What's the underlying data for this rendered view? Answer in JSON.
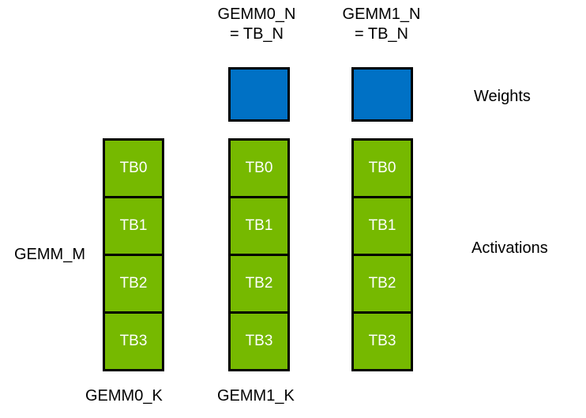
{
  "colors": {
    "green": "#76B900",
    "blue": "#0071C5",
    "border": "#000000",
    "label_text": "#000000",
    "block_text": "#FFFFFF",
    "background": "#FFFFFF"
  },
  "headers": [
    {
      "line1": "GEMM0_N",
      "line2": "= TB_N"
    },
    {
      "line1": "GEMM1_N",
      "line2": "= TB_N"
    }
  ],
  "side_labels": {
    "gemm_m": "GEMM_M",
    "weights": "Weights",
    "activations": "Activations"
  },
  "bottom_labels": [
    "GEMM0_K",
    "GEMM1_K"
  ],
  "columns": [
    {
      "blocks": [
        "TB0",
        "TB1",
        "TB2",
        "TB3"
      ]
    },
    {
      "blocks": [
        "TB0",
        "TB1",
        "TB2",
        "TB3"
      ]
    },
    {
      "blocks": [
        "TB0",
        "TB1",
        "TB2",
        "TB3"
      ]
    }
  ]
}
